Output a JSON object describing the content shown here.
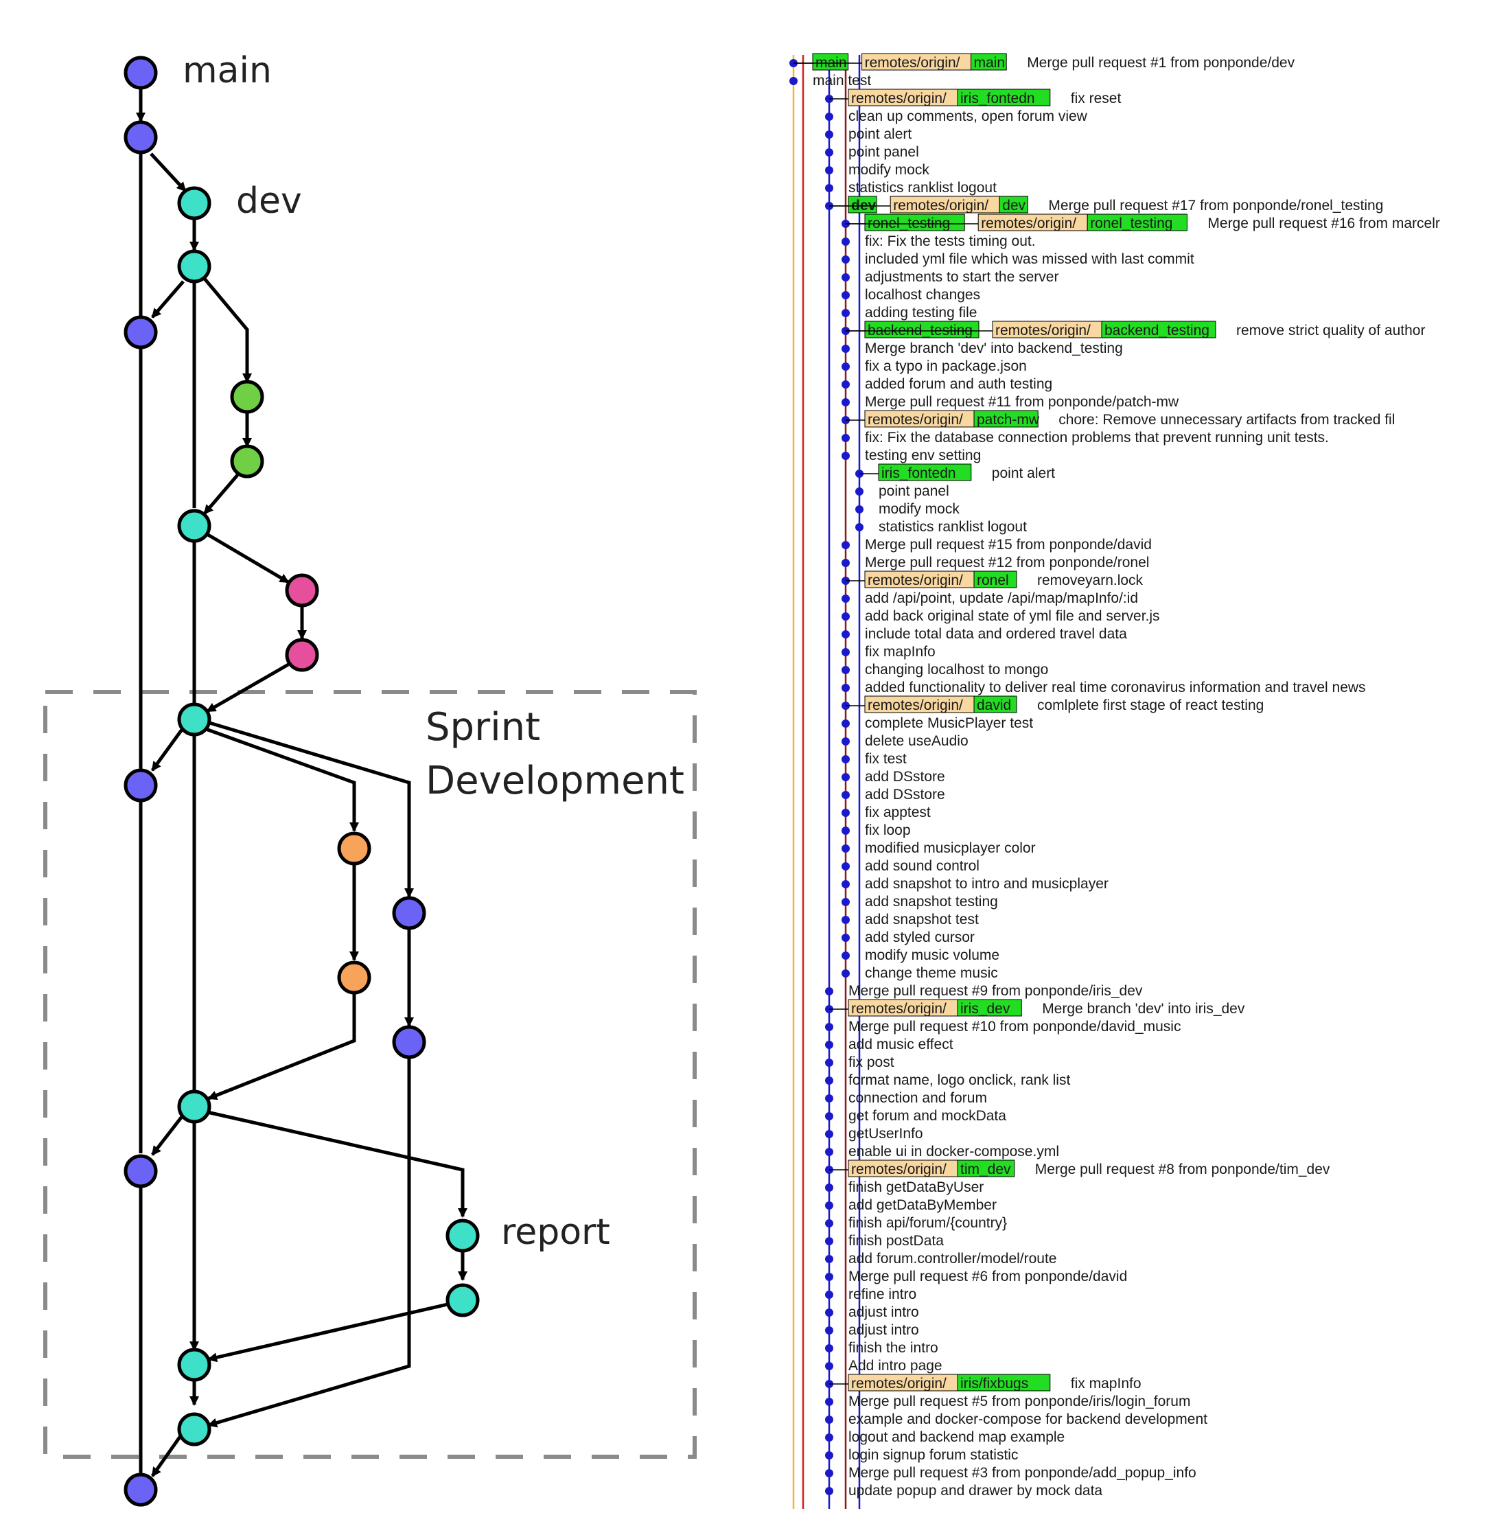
{
  "colors": {
    "main": "#6b63f5",
    "dev": "#3fe0c8",
    "feature_green": "#6fd045",
    "feature_pink": "#e54f9c",
    "feature_orange": "#f8a35a",
    "report": "#3fe0c8",
    "sprint_box": "#8a8a8a",
    "ref_local": "#22dd22",
    "ref_remote": "#f8d7a0",
    "commit_dot": "#1a1acc"
  },
  "diagram": {
    "branch_labels": {
      "main": "main",
      "dev": "dev",
      "report": "report"
    },
    "sprint_label_line1": "Sprint",
    "sprint_label_line2": "Development"
  },
  "log": {
    "commits": [
      {
        "refs": [
          {
            "local": "main"
          },
          {
            "remote": "remotes/origin/",
            "local": "main"
          }
        ],
        "msg": "Merge pull request #1 from ponponde/dev"
      },
      {
        "refs": [],
        "msg": "main test"
      },
      {
        "refs": [
          {
            "remote": "remotes/origin/",
            "local": "iris_fontedn"
          }
        ],
        "msg": "fix reset"
      },
      {
        "refs": [],
        "msg": "clean up comments, open forum view"
      },
      {
        "refs": [],
        "msg": "point alert"
      },
      {
        "refs": [],
        "msg": "point panel"
      },
      {
        "refs": [],
        "msg": "modify mock"
      },
      {
        "refs": [],
        "msg": "statistics ranklist logout"
      },
      {
        "refs": [
          {
            "local": "dev",
            "bold": true
          },
          {
            "remote": "remotes/origin/",
            "local": "dev"
          }
        ],
        "msg": "Merge pull request #17 from ponponde/ronel_testing"
      },
      {
        "refs": [
          {
            "local": "ronel_testing"
          },
          {
            "remote": "remotes/origin/",
            "local": "ronel_testing"
          }
        ],
        "msg": "Merge pull request #16 from marcelr"
      },
      {
        "refs": [],
        "msg": "fix: Fix the tests timing out."
      },
      {
        "refs": [],
        "msg": "included yml file which was missed with last commit"
      },
      {
        "refs": [],
        "msg": "adjustments to start the server"
      },
      {
        "refs": [],
        "msg": "localhost changes"
      },
      {
        "refs": [],
        "msg": "adding testing file"
      },
      {
        "refs": [
          {
            "local": "backend_testing"
          },
          {
            "remote": "remotes/origin/",
            "local": "backend_testing"
          }
        ],
        "msg": "remove strict quality of author"
      },
      {
        "refs": [],
        "msg": "Merge branch 'dev' into backend_testing"
      },
      {
        "refs": [],
        "msg": "fix a typo in package.json"
      },
      {
        "refs": [],
        "msg": "added forum and auth testing"
      },
      {
        "refs": [],
        "msg": "Merge pull request #11 from ponponde/patch-mw"
      },
      {
        "refs": [
          {
            "remote": "remotes/origin/",
            "local": "patch-mw"
          }
        ],
        "msg": "chore: Remove unnecessary artifacts from tracked fil"
      },
      {
        "refs": [],
        "msg": "fix: Fix the database connection problems that prevent running unit tests."
      },
      {
        "refs": [],
        "msg": "testing env setting"
      },
      {
        "refs": [
          {
            "local": "iris_fontedn"
          }
        ],
        "msg": "point alert"
      },
      {
        "refs": [],
        "msg": "point panel"
      },
      {
        "refs": [],
        "msg": "modify mock"
      },
      {
        "refs": [],
        "msg": "statistics ranklist logout"
      },
      {
        "refs": [],
        "msg": "Merge pull request #15 from ponponde/david"
      },
      {
        "refs": [],
        "msg": "Merge pull request #12 from ponponde/ronel"
      },
      {
        "refs": [
          {
            "remote": "remotes/origin/",
            "local": "ronel"
          }
        ],
        "msg": "removeyarn.lock"
      },
      {
        "refs": [],
        "msg": "add /api/point, update /api/map/mapInfo/:id"
      },
      {
        "refs": [],
        "msg": "add back original state of yml file and server.js"
      },
      {
        "refs": [],
        "msg": "include total data and ordered travel data"
      },
      {
        "refs": [],
        "msg": "fix mapInfo"
      },
      {
        "refs": [],
        "msg": "changing localhost to mongo"
      },
      {
        "refs": [],
        "msg": "added functionality to deliver real time coronavirus information and travel news"
      },
      {
        "refs": [
          {
            "remote": "remotes/origin/",
            "local": "david"
          }
        ],
        "msg": "comlplete first stage of react testing"
      },
      {
        "refs": [],
        "msg": "complete MusicPlayer test"
      },
      {
        "refs": [],
        "msg": "delete useAudio"
      },
      {
        "refs": [],
        "msg": "fix test"
      },
      {
        "refs": [],
        "msg": "add DSstore"
      },
      {
        "refs": [],
        "msg": "add DSstore"
      },
      {
        "refs": [],
        "msg": "fix apptest"
      },
      {
        "refs": [],
        "msg": "fix loop"
      },
      {
        "refs": [],
        "msg": "modified musicplayer color"
      },
      {
        "refs": [],
        "msg": "add sound control"
      },
      {
        "refs": [],
        "msg": "add snapshot to intro and musicplayer"
      },
      {
        "refs": [],
        "msg": "add snapshot testing"
      },
      {
        "refs": [],
        "msg": "add snapshot test"
      },
      {
        "refs": [],
        "msg": "add styled cursor"
      },
      {
        "refs": [],
        "msg": "modify music volume"
      },
      {
        "refs": [],
        "msg": "change theme music"
      },
      {
        "refs": [],
        "msg": "Merge pull request #9 from ponponde/iris_dev"
      },
      {
        "refs": [
          {
            "remote": "remotes/origin/",
            "local": "iris_dev"
          }
        ],
        "msg": "Merge branch 'dev' into iris_dev"
      },
      {
        "refs": [],
        "msg": "Merge pull request #10 from ponponde/david_music"
      },
      {
        "refs": [],
        "msg": "add music effect"
      },
      {
        "refs": [],
        "msg": "fix post"
      },
      {
        "refs": [],
        "msg": "format name, logo onclick, rank list"
      },
      {
        "refs": [],
        "msg": "connection and forum"
      },
      {
        "refs": [],
        "msg": "get forum and mockData"
      },
      {
        "refs": [],
        "msg": "getUserInfo"
      },
      {
        "refs": [],
        "msg": "enable ui in docker-compose.yml"
      },
      {
        "refs": [
          {
            "remote": "remotes/origin/",
            "local": "tim_dev"
          }
        ],
        "msg": "Merge pull request #8 from ponponde/tim_dev"
      },
      {
        "refs": [],
        "msg": "finish getDataByUser"
      },
      {
        "refs": [],
        "msg": "add getDataByMember"
      },
      {
        "refs": [],
        "msg": "finish api/forum/{country}"
      },
      {
        "refs": [],
        "msg": "finish postData"
      },
      {
        "refs": [],
        "msg": "add forum.controller/model/route"
      },
      {
        "refs": [],
        "msg": "Merge pull request #6 from ponponde/david"
      },
      {
        "refs": [],
        "msg": "refine intro"
      },
      {
        "refs": [],
        "msg": "adjust intro"
      },
      {
        "refs": [],
        "msg": "adjust intro"
      },
      {
        "refs": [],
        "msg": "finish the intro"
      },
      {
        "refs": [],
        "msg": "Add intro page"
      },
      {
        "refs": [
          {
            "remote": "remotes/origin/",
            "local": "iris/fixbugs"
          }
        ],
        "msg": "fix mapInfo"
      },
      {
        "refs": [],
        "msg": "Merge pull request #5 from ponponde/iris/login_forum"
      },
      {
        "refs": [],
        "msg": "example and docker-compose for backend development"
      },
      {
        "refs": [],
        "msg": "logout and backend map example"
      },
      {
        "refs": [],
        "msg": "login signup forum statistic"
      },
      {
        "refs": [],
        "msg": "Merge pull request #3 from ponponde/add_popup_info"
      },
      {
        "refs": [],
        "msg": "update popup and drawer by mock data"
      }
    ]
  }
}
